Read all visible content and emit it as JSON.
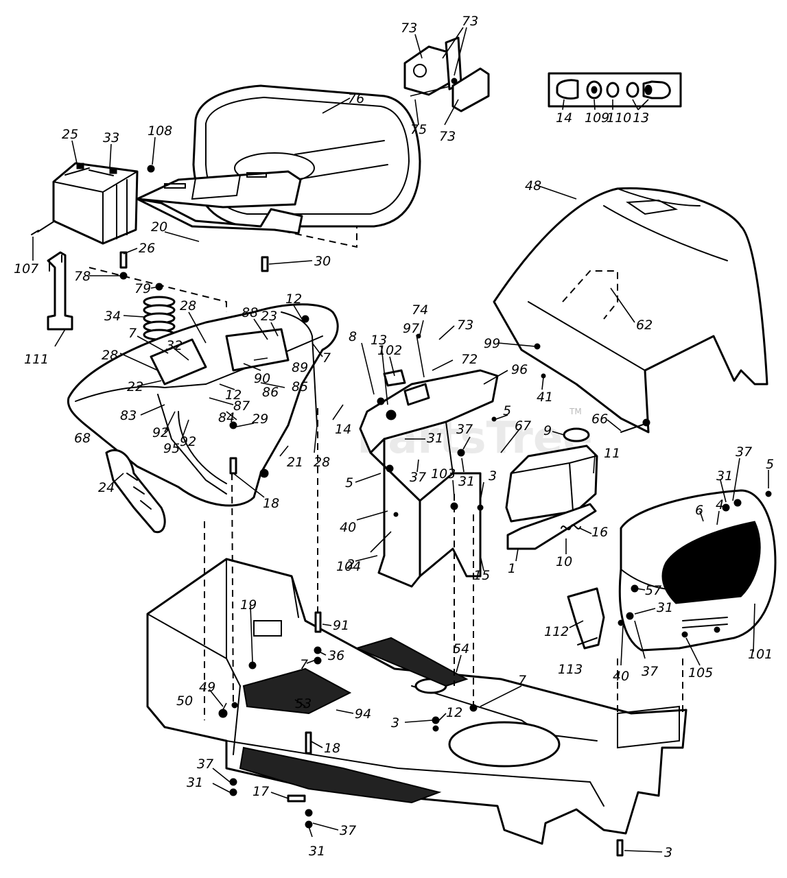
{
  "watermark": {
    "text": "PartsTree",
    "trademark": "TM"
  },
  "callouts": {
    "c73a": "73",
    "c73b": "73",
    "c76": "76",
    "c75": "75",
    "c73c": "73",
    "c14a": "14",
    "c109": "109",
    "c110": "110",
    "c13a": "13",
    "c25": "25",
    "c33": "33",
    "c108": "108",
    "c107": "107",
    "c20": "20",
    "c26": "26",
    "c30": "30",
    "c78": "78",
    "c79": "79",
    "c34": "34",
    "c111": "111",
    "c28a": "28",
    "c88": "88",
    "c23": "23",
    "c12a": "12",
    "c7a": "7",
    "c32": "32",
    "c28b": "28",
    "c7b": "7",
    "c89": "89",
    "c22": "22",
    "c90": "90",
    "c86": "86",
    "c85": "85",
    "c12b": "12",
    "c87": "87",
    "c83": "83",
    "c84": "84",
    "c29": "29",
    "c92a": "92",
    "c68": "68",
    "c95": "95",
    "c92b": "92",
    "c28c": "28",
    "c21": "21",
    "c14b": "14",
    "c24": "24",
    "c18a": "18",
    "c8": "8",
    "c13b": "13",
    "c102": "102",
    "c74": "74",
    "c97": "97",
    "c73d": "73",
    "c72": "72",
    "c96": "96",
    "c48": "48",
    "c62": "62",
    "c99": "99",
    "c41": "41",
    "c66": "66",
    "c5a": "5",
    "c31a": "31",
    "c37a": "37",
    "c67": "67",
    "c9": "9",
    "c11": "11",
    "c5b": "5",
    "c37b": "37",
    "c31b": "31",
    "c103": "103",
    "c3a": "3",
    "c40a": "40",
    "c104": "104",
    "c2": "2",
    "c15": "15",
    "c1": "1",
    "c10": "10",
    "c16": "16",
    "c37c": "37",
    "c5c": "5",
    "c31c": "31",
    "c6": "6",
    "c4": "4",
    "c57": "57",
    "c31d": "31",
    "c112": "112",
    "c113": "113",
    "c40b": "40",
    "c37d": "37",
    "c105": "105",
    "c101": "101",
    "c19": "19",
    "c91": "91",
    "c7c": "7",
    "c36": "36",
    "c54": "54",
    "c49": "49",
    "c50": "50",
    "c53": "53",
    "c94": "94",
    "c7d": "7",
    "c3b": "3",
    "c12c": "12",
    "c18b": "18",
    "c37e": "37",
    "c31e": "31",
    "c17": "17",
    "c37f": "37",
    "c31f": "31",
    "c3c": "3"
  }
}
